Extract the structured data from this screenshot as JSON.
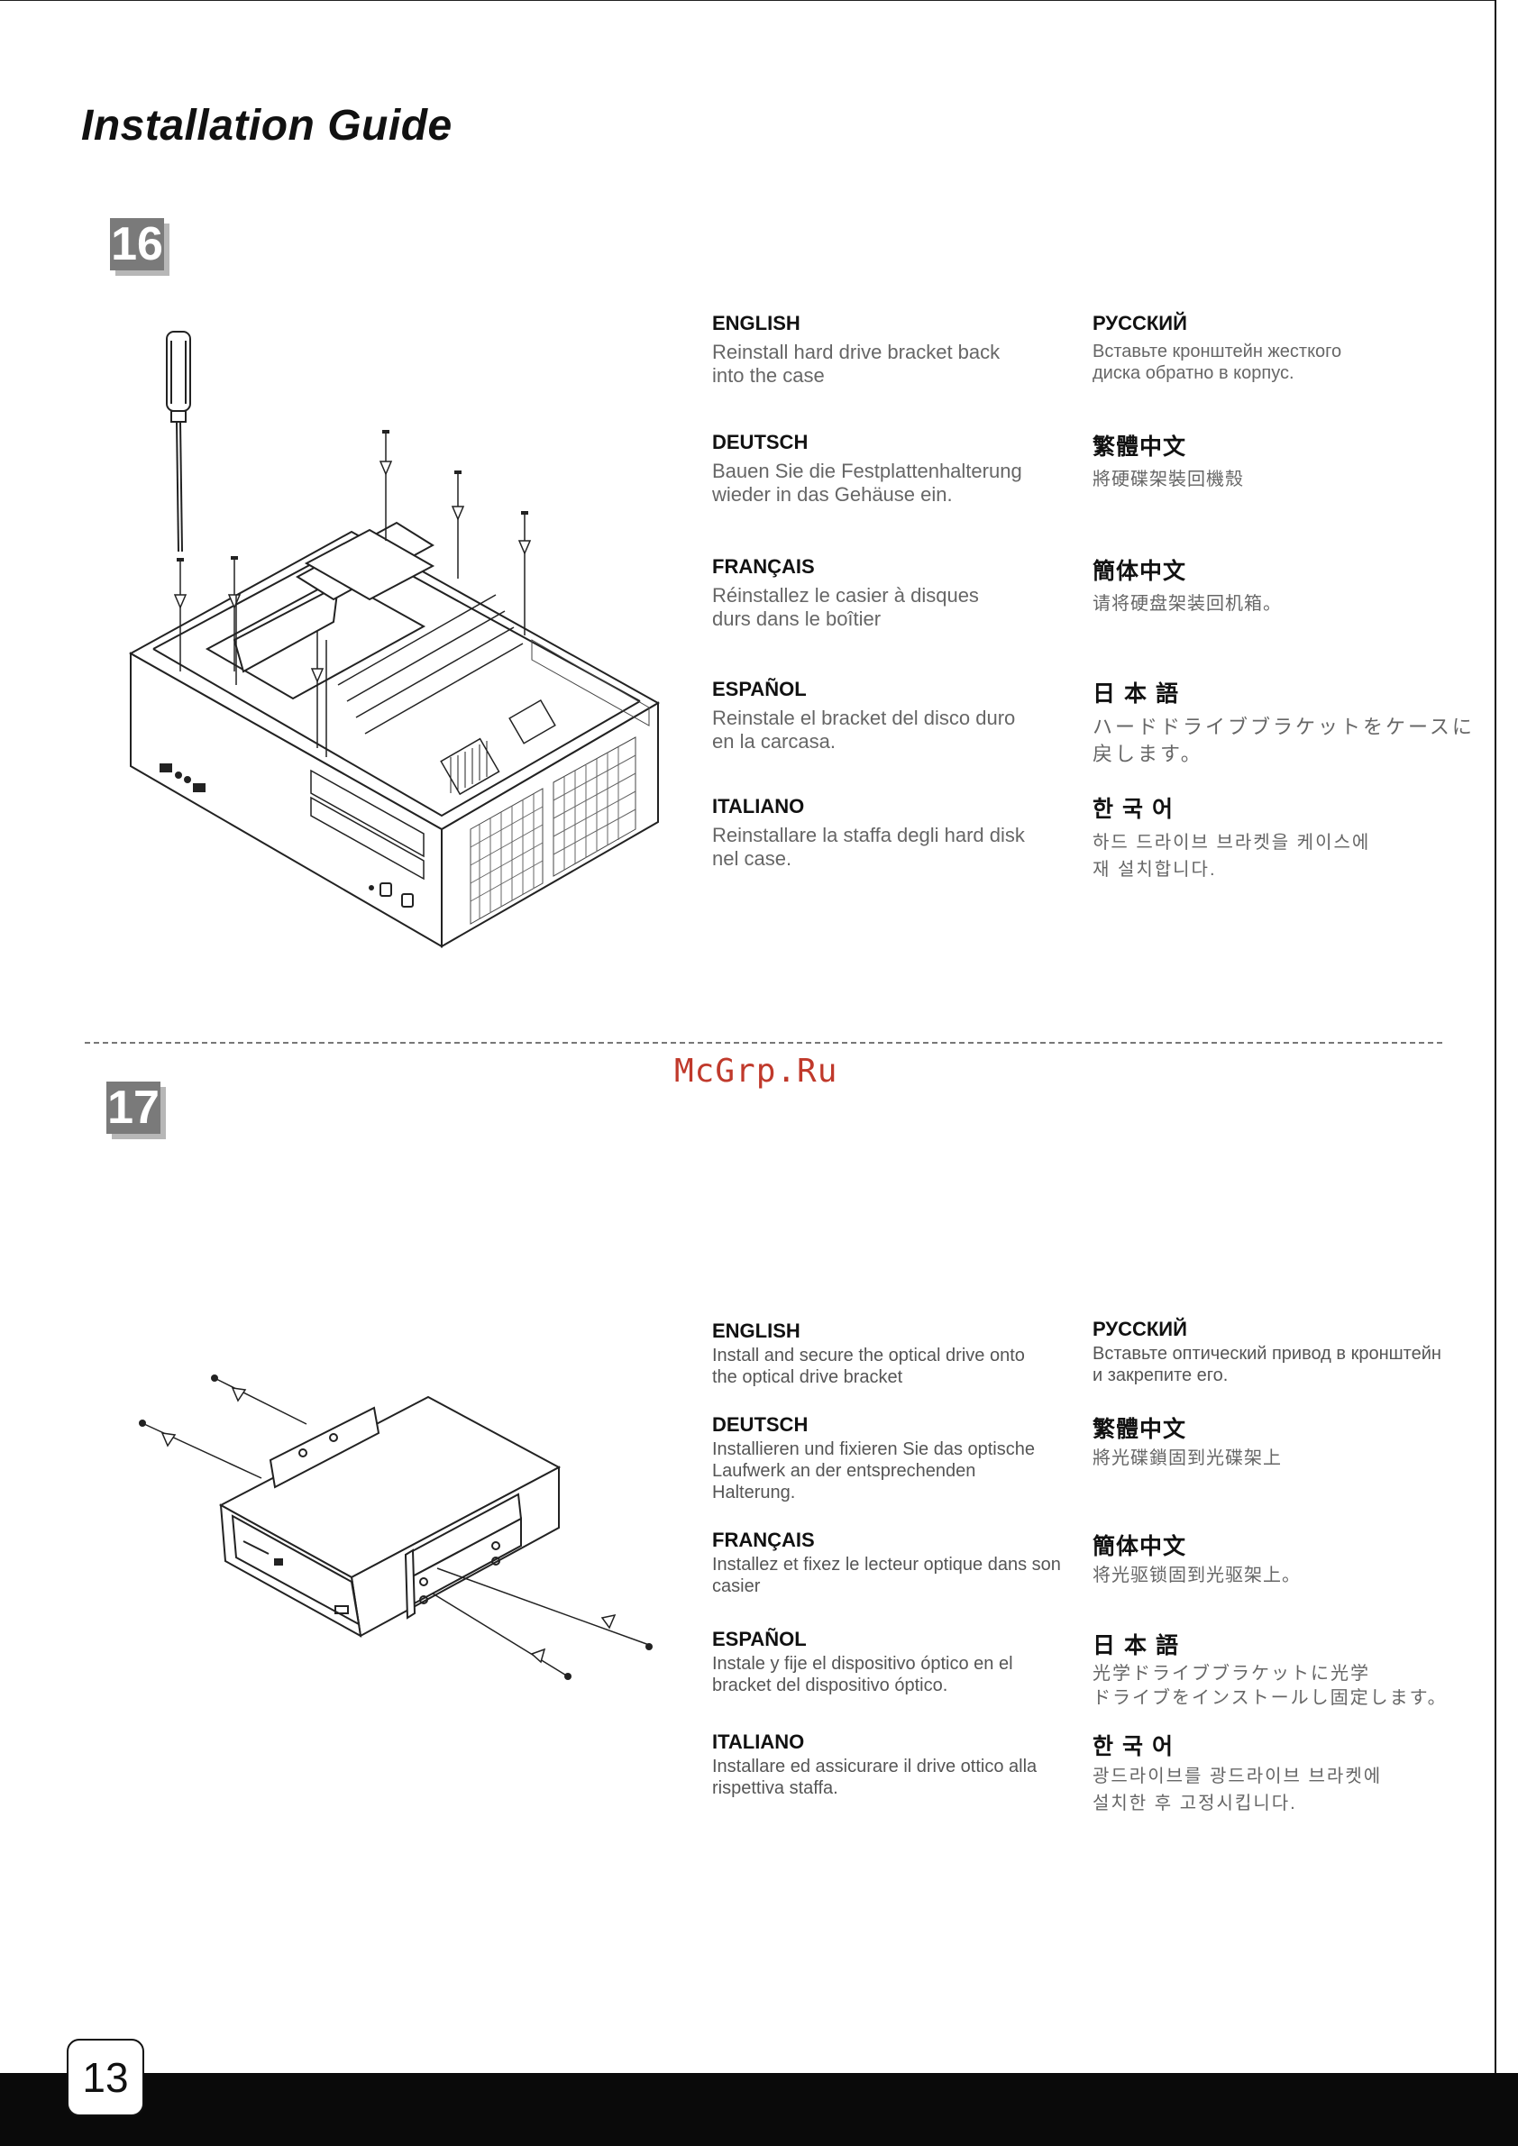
{
  "header": {
    "title": "Installation Guide"
  },
  "watermark": "McGrp.Ru",
  "page_number": "13",
  "steps": [
    {
      "number": "16",
      "instructions": {
        "english": {
          "heading": "ENGLISH",
          "text": "Reinstall hard drive bracket back\ninto the case"
        },
        "russian": {
          "heading": "РУССКИЙ",
          "text": "Вставьте кронштейн жесткого\nдиска обратно в корпус."
        },
        "deutsch": {
          "heading": "DEUTSCH",
          "text": "Bauen Sie die Festplattenhalterung\nwieder in das Gehäuse ein."
        },
        "trad_chinese": {
          "heading": "繁體中文",
          "text": "將硬碟架裝回機殼"
        },
        "francais": {
          "heading": "FRANÇAIS",
          "text": "Réinstallez le casier à disques\ndurs dans le boîtier"
        },
        "simp_chinese": {
          "heading": "簡体中文",
          "text": "请将硬盘架装回机箱。"
        },
        "espanol": {
          "heading": "ESPAÑOL",
          "text": "Reinstale el bracket del disco duro\nen la carcasa."
        },
        "japanese": {
          "heading": "日本語",
          "text": "ハードドライブブラケットをケースに\n戻します。"
        },
        "italiano": {
          "heading": "ITALIANO",
          "text": "Reinstallare la staffa degli hard disk\nnel case."
        },
        "korean": {
          "heading": "한국어",
          "text": "하드 드라이브 브라켓을 케이스에\n재 설치합니다."
        }
      }
    },
    {
      "number": "17",
      "instructions": {
        "english": {
          "heading": "ENGLISH",
          "text": "Install and secure the optical drive onto\nthe optical drive bracket"
        },
        "russian": {
          "heading": "РУССКИЙ",
          "text": "Вставьте оптический привод в кронштейн\nи закрепите его."
        },
        "deutsch": {
          "heading": "DEUTSCH",
          "text": "Installieren und fixieren Sie das optische\nLaufwerk an der entsprechenden\nHalterung."
        },
        "trad_chinese": {
          "heading": "繁體中文",
          "text": "將光碟鎖固到光碟架上"
        },
        "francais": {
          "heading": "FRANÇAIS",
          "text": "Installez et fixez le lecteur optique dans son\ncasier"
        },
        "simp_chinese": {
          "heading": "簡体中文",
          "text": "将光驱锁固到光驱架上。"
        },
        "espanol": {
          "heading": "ESPAÑOL",
          "text": "Instale y fije el dispositivo óptico en el\nbracket del dispositivo óptico."
        },
        "japanese": {
          "heading": "日本語",
          "text": "光学ドライブブラケットに光学\nドライブをインストールし固定します。"
        },
        "italiano": {
          "heading": "ITALIANO",
          "text": "Installare ed assicurare il drive ottico alla\nrispettiva staffa."
        },
        "korean": {
          "heading": "한국어",
          "text": "광드라이브를 광드라이브 브라켓에\n설치한 후 고정시킵니다."
        }
      }
    }
  ]
}
